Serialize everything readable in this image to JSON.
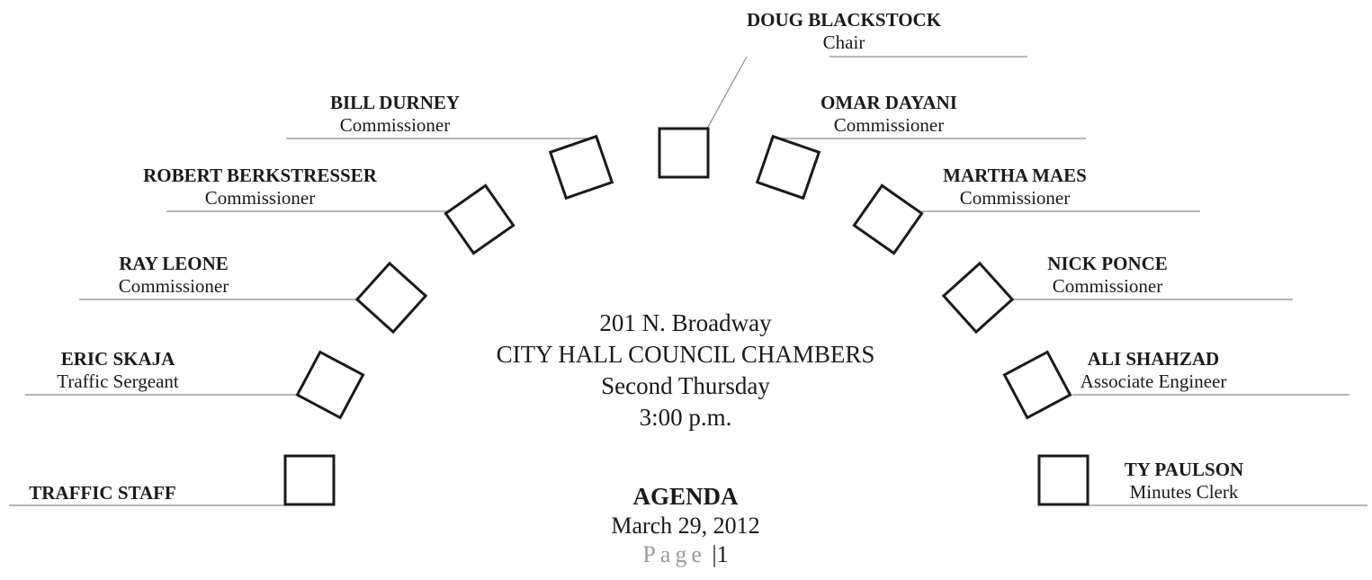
{
  "members": {
    "chair": {
      "name": "DOUG BLACKSTOCK",
      "role": "Chair"
    },
    "durney": {
      "name": "BILL DURNEY",
      "role": "Commissioner"
    },
    "berkstresser": {
      "name": "ROBERT BERKSTRESSER",
      "role": "Commissioner"
    },
    "leone": {
      "name": "RAY LEONE",
      "role": "Commissioner"
    },
    "skaja": {
      "name": "ERIC SKAJA",
      "role": "Traffic Sergeant"
    },
    "staff": {
      "name": "TRAFFIC STAFF"
    },
    "dayani": {
      "name": "OMAR DAYANI",
      "role": "Commissioner"
    },
    "maes": {
      "name": "MARTHA MAES",
      "role": "Commissioner"
    },
    "ponce": {
      "name": "NICK PONCE",
      "role": "Commissioner"
    },
    "shahzad": {
      "name": "ALI SHAHZAD",
      "role": "Associate Engineer"
    },
    "paulson": {
      "name": "TY PAULSON",
      "role": "Minutes Clerk"
    }
  },
  "venue": {
    "address": "201 N. Broadway",
    "room": "CITY HALL COUNCIL CHAMBERS",
    "schedule": "Second Thursday",
    "time": "3:00 p.m."
  },
  "agenda": {
    "title": "AGENDA",
    "date": "March 29, 2012",
    "page_word": "Page",
    "page_sep": "|",
    "page_number": "1"
  }
}
